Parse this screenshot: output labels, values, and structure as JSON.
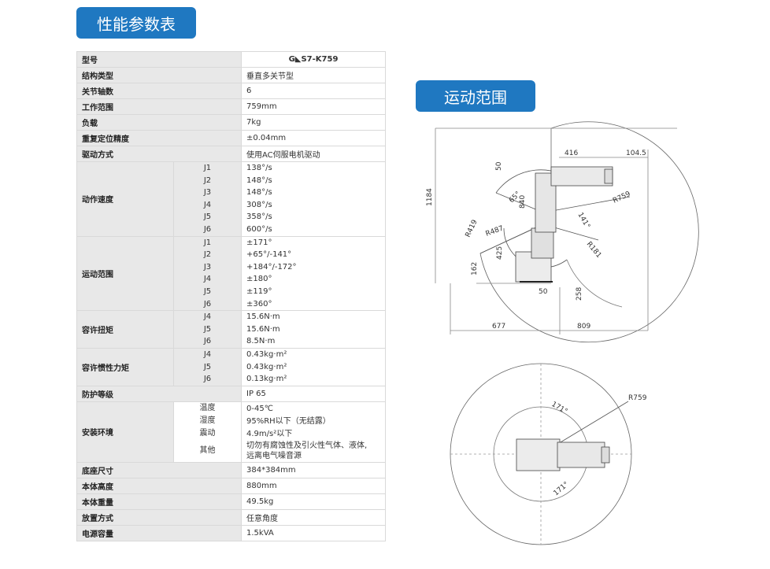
{
  "headings": {
    "specs": "性能参数表",
    "motion_range": "运动范围"
  },
  "table": {
    "model": {
      "label": "型号",
      "value": "G◣S7-K759"
    },
    "simple_rows_top": [
      {
        "label": "结构类型",
        "value": "垂直多关节型"
      },
      {
        "label": "关节轴数",
        "value": "6"
      },
      {
        "label": "工作范围",
        "value": "759mm"
      },
      {
        "label": "负载",
        "value": "7kg"
      },
      {
        "label": "重复定位精度",
        "value": "±0.04mm"
      },
      {
        "label": "驱动方式",
        "value": "使用AC伺服电机驱动"
      }
    ],
    "speed": {
      "label": "动作速度",
      "joints": [
        "J1",
        "J2",
        "J3",
        "J4",
        "J5",
        "J6"
      ],
      "values": [
        "138°/s",
        "148°/s",
        "148°/s",
        "308°/s",
        "358°/s",
        "600°/s"
      ]
    },
    "range": {
      "label": "运动范围",
      "joints": [
        "J1",
        "J2",
        "J3",
        "J4",
        "J5",
        "J6"
      ],
      "values": [
        "±171°",
        "+65°/-141°",
        "+184°/-172°",
        "±180°",
        "±119°",
        "±360°"
      ]
    },
    "torque": {
      "label": "容许扭矩",
      "joints": [
        "J4",
        "J5",
        "J6"
      ],
      "values": [
        "15.6N·m",
        "15.6N·m",
        "8.5N·m"
      ]
    },
    "inertia": {
      "label": "容许惯性力矩",
      "joints": [
        "J4",
        "J5",
        "J6"
      ],
      "values": [
        "0.43kg·m²",
        "0.43kg·m²",
        "0.13kg·m²"
      ]
    },
    "protection": {
      "label": "防护等级",
      "value": "IP 65"
    },
    "environment": {
      "label": "安装环境",
      "items": [
        {
          "sub": "温度",
          "value": "0-45℃"
        },
        {
          "sub": "湿度",
          "value": "95%RH以下（无结露）"
        },
        {
          "sub": "震动",
          "value": "4.9m/s²以下"
        },
        {
          "sub": "其他",
          "value_line1": "切勿有腐蚀性及引火性气体、液体,",
          "value_line2": "远离电气噪音源"
        }
      ]
    },
    "simple_rows_bottom": [
      {
        "label": "底座尺寸",
        "value": "384*384mm"
      },
      {
        "label": "本体高度",
        "value": "880mm"
      },
      {
        "label": "本体重量",
        "value": "49.5kg"
      },
      {
        "label": "放置方式",
        "value": "任意角度"
      },
      {
        "label": "电源容量",
        "value": "1.5kVA"
      }
    ]
  },
  "side_view": {
    "dims": {
      "d416": "416",
      "d104_5": "104.5",
      "d1184": "1184",
      "d50a": "50",
      "d65": "65°",
      "d840": "840",
      "d141": "141°",
      "r759": "R759",
      "r419": "R419",
      "r487": "R487",
      "d425": "425",
      "r181": "R181",
      "d162": "162",
      "d50b": "50",
      "d258": "258",
      "d677": "677",
      "d809": "809"
    }
  },
  "top_view": {
    "dims": {
      "a171a": "171°",
      "r759": "R759",
      "a171b": "171°"
    }
  }
}
